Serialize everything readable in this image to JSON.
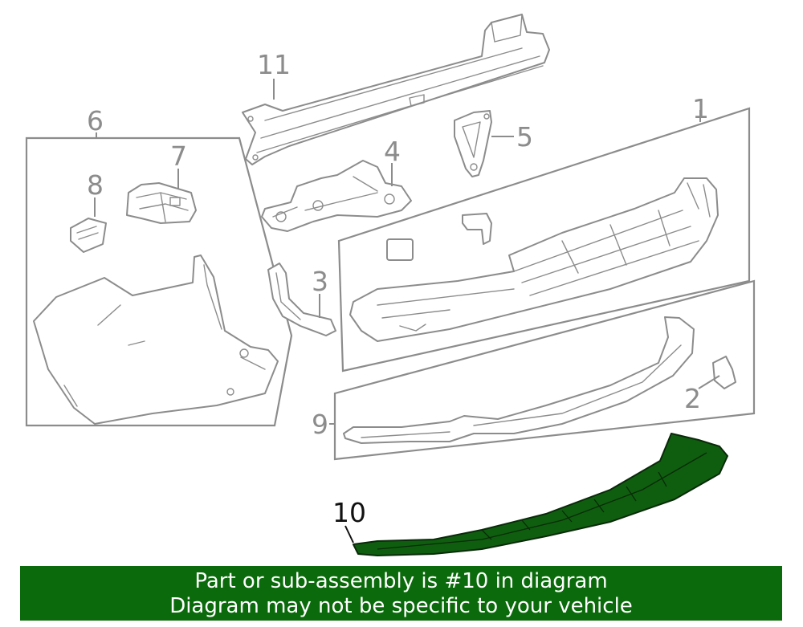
{
  "diagram": {
    "callouts": {
      "c1": "1",
      "c2": "2",
      "c3": "3",
      "c4": "4",
      "c5": "5",
      "c6": "6",
      "c7": "7",
      "c8": "8",
      "c9": "9",
      "c10": "10",
      "c11": "11"
    },
    "highlighted_part": "10",
    "highlight_color": "#0b6a0b"
  },
  "banner": {
    "line1": "Part or sub-assembly is #10 in diagram",
    "line2": "Diagram may not be specific to your vehicle"
  }
}
